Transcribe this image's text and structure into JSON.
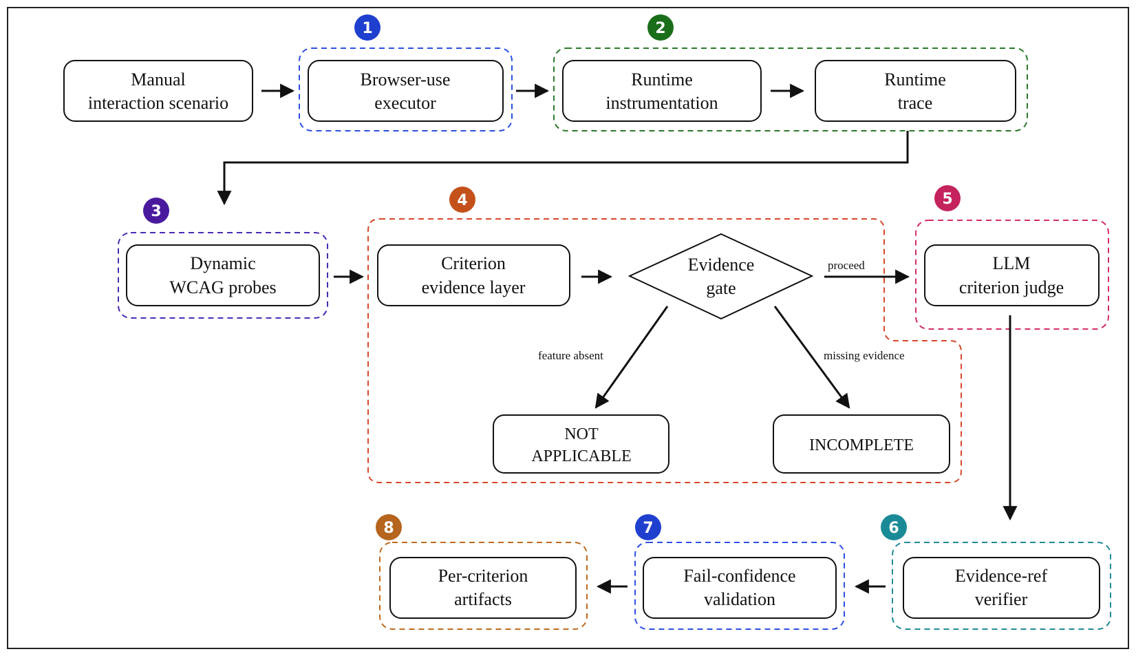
{
  "nodes": {
    "manual": [
      "Manual",
      "interaction scenario"
    ],
    "browser": [
      "Browser-use",
      "executor"
    ],
    "instrumentation": [
      "Runtime",
      "instrumentation"
    ],
    "trace": [
      "Runtime",
      "trace"
    ],
    "probes": [
      "Dynamic",
      "WCAG probes"
    ],
    "evidence_layer": [
      "Criterion",
      "evidence layer"
    ],
    "gate": [
      "Evidence",
      "gate"
    ],
    "llm": [
      "LLM",
      "criterion judge"
    ],
    "not_applicable": [
      "NOT",
      "APPLICABLE"
    ],
    "incomplete": [
      "INCOMPLETE"
    ],
    "verifier": [
      "Evidence-ref",
      "verifier"
    ],
    "validation": [
      "Fail-confidence",
      "validation"
    ],
    "artifacts": [
      "Per-criterion",
      "artifacts"
    ]
  },
  "edge_labels": {
    "proceed": "proceed",
    "feature_absent": "feature absent",
    "missing_evidence": "missing evidence"
  },
  "badges": [
    {
      "label": "1",
      "color": "#1f3fcf"
    },
    {
      "label": "2",
      "color": "#1a6e1a"
    },
    {
      "label": "3",
      "color": "#4a1a9e"
    },
    {
      "label": "4",
      "color": "#c4501a"
    },
    {
      "label": "5",
      "color": "#c4235e"
    },
    {
      "label": "6",
      "color": "#1a8a96"
    },
    {
      "label": "7",
      "color": "#1f3fcf"
    },
    {
      "label": "8",
      "color": "#b5651d"
    }
  ],
  "group_colors": {
    "g1": "#2b4fe0",
    "g2": "#2a7a2a",
    "g3": "#4a2ab5",
    "g4": "#d9472a",
    "g5": "#d42d62",
    "g6": "#1f8a96",
    "g7": "#2b4fe0",
    "g8": "#c06a20"
  }
}
